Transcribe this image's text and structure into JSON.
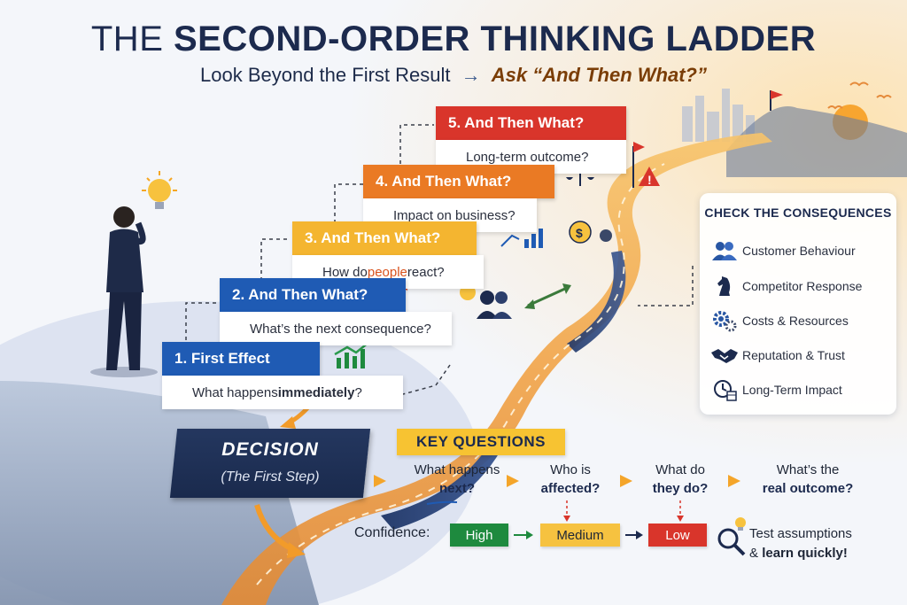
{
  "header": {
    "title_light": "THE ",
    "title_bold": "SECOND-ORDER THINKING LADDER",
    "subtitle_text": "Look Beyond the First Result",
    "subtitle_arrow": "→",
    "subtitle_emph": "Ask “And Then What?”"
  },
  "steps": [
    {
      "head": "1.  First Effect",
      "body_pre": "What happens ",
      "body_bold": "immediately",
      "body_post": "?",
      "color": "#1f5bb4"
    },
    {
      "head": "2.  And Then What?",
      "body_pre": "What’s the next consequence?",
      "color": "#1f5bb4"
    },
    {
      "head": "3.  And Then What?",
      "body_pre": "How do ",
      "body_hl": "people",
      "body_post": " react?",
      "color": "#f4b530"
    },
    {
      "head": "4.  And Then What?",
      "body_pre": "Impact on business?",
      "color": "#ea7a24"
    },
    {
      "head": "5.  And Then What?",
      "body_pre": "Long-term outcome?",
      "color": "#d9352b"
    }
  ],
  "check": {
    "title": "CHECK THE CONSEQUENCES",
    "items": [
      {
        "label": "Customer Behaviour",
        "icon": "people-icon"
      },
      {
        "label": "Competitor Response",
        "icon": "chess-knight-icon"
      },
      {
        "label": "Costs & Resources",
        "icon": "gears-icon"
      },
      {
        "label": "Reputation & Trust",
        "icon": "handshake-icon"
      },
      {
        "label": "Long-Term Impact",
        "icon": "clock-calendar-icon"
      }
    ]
  },
  "decision": {
    "title": "DECISION",
    "subtitle": "(The First Step)"
  },
  "key_questions": {
    "label": "KEY QUESTIONS",
    "items": [
      {
        "line1": "What happens",
        "line2": "next?"
      },
      {
        "line1": "Who is",
        "line2": "affected?"
      },
      {
        "line1": "What do",
        "line2": "they do?"
      },
      {
        "line1": "What’s the",
        "line2": "real outcome?"
      }
    ]
  },
  "confidence": {
    "label": "Confidence:",
    "levels": [
      {
        "label": "High",
        "bg": "#1e8a3e",
        "fg": "#ffffff"
      },
      {
        "label": "Medium",
        "bg": "#f6c240",
        "fg": "#1e2636"
      },
      {
        "label": "Low",
        "bg": "#d9352b",
        "fg": "#ffffff"
      }
    ]
  },
  "tip": {
    "line1": "Test assumptions",
    "line2_pre": "& ",
    "line2_bold": "learn quickly!"
  },
  "colors": {
    "navy": "#1c2a4e",
    "orange": "#ea7a24",
    "red": "#d9352b",
    "yellow": "#f4b530",
    "blue": "#1f5bb4"
  }
}
